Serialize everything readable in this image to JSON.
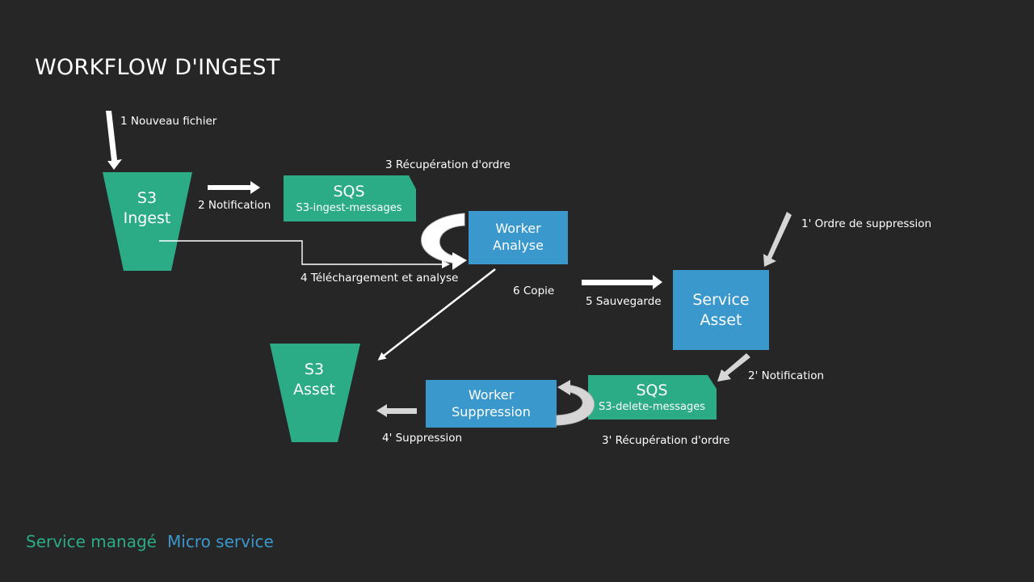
{
  "title": "WORKFLOW D'INGEST",
  "colors": {
    "background": "#262626",
    "managed": "#2bab86",
    "micro": "#3a98cc",
    "arrow": "#ffffff",
    "arrow_alt": "#d6d6d6"
  },
  "nodes": {
    "s3_ingest": {
      "line1": "S3",
      "line2": "Ingest"
    },
    "sqs_ingest": {
      "title": "SQS",
      "subtitle": "S3-ingest-messages"
    },
    "worker_analyse": {
      "line1": "Worker",
      "line2": "Analyse"
    },
    "service_asset": {
      "line1": "Service",
      "line2": "Asset"
    },
    "s3_asset": {
      "line1": "S3",
      "line2": "Asset"
    },
    "worker_suppression": {
      "line1": "Worker",
      "line2": "Suppression"
    },
    "sqs_delete": {
      "title": "SQS",
      "subtitle": "S3-delete-messages"
    }
  },
  "labels": {
    "step1": "1 Nouveau fichier",
    "step2": "2 Notification",
    "step3": "3 Récupération d'ordre",
    "step4": "4 Téléchargement et analyse",
    "step5": "5 Sauvegarde",
    "step6": "6 Copie",
    "step1p": "1' Ordre de suppression",
    "step2p": "2' Notification",
    "step3p": "3' Récupération d'ordre",
    "step4p": "4' Suppression"
  },
  "legend": {
    "managed": "Service managé",
    "micro": "Micro service"
  }
}
